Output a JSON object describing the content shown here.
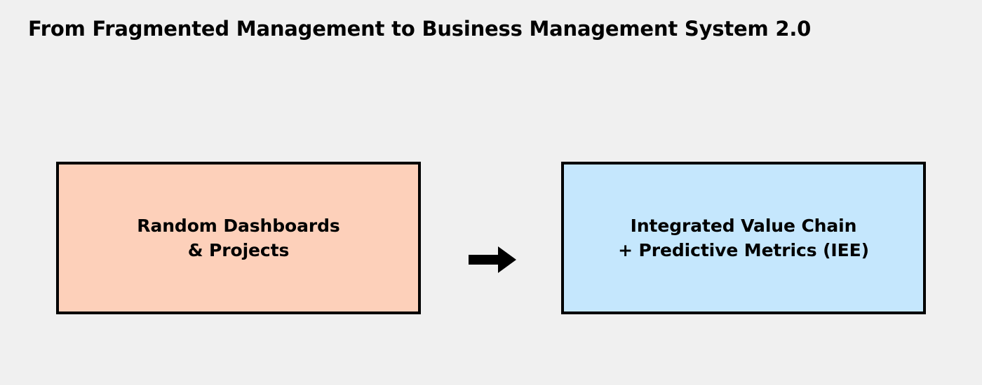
{
  "diagram": {
    "title": "From Fragmented Management to Business Management System 2.0",
    "background_color": "#f0f0f0",
    "nodes": [
      {
        "id": "current-state",
        "label": "Random Dashboards\n& Projects",
        "line1": "Random Dashboards",
        "line2": "& Projects",
        "fill_color": "#fdd0ba",
        "border_color": "#000000",
        "text_color": "#000000"
      },
      {
        "id": "target-state",
        "label": "Integrated Value Chain\n+ Predictive Metrics (IEE)",
        "line1": "Integrated Value Chain",
        "line2": "+ Predictive Metrics (IEE)",
        "fill_color": "#c5e7fd",
        "border_color": "#000000",
        "text_color": "#000000"
      }
    ],
    "connector": {
      "icon": "arrow-right-icon",
      "from": "current-state",
      "to": "target-state",
      "color": "#000000"
    }
  }
}
